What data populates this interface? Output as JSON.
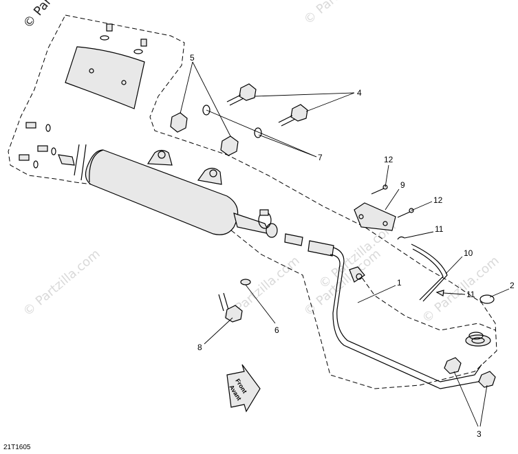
{
  "watermarks": [
    "© Partzilla.com",
    "© Partzilla.com",
    "© Partzilla.com",
    "© Partzilla.com",
    "© Partzilla.com",
    "© Partzilla.com"
  ],
  "watermark_top": "© Partzilla.com",
  "drawing_code": "21T1605",
  "front_arrow": {
    "line1": "Front",
    "line2": "Avant"
  },
  "callouts": {
    "c1": "1",
    "c2": "2",
    "c3": "3",
    "c4": "4",
    "c5": "5",
    "c6": "6",
    "c7": "7",
    "c8": "8",
    "c9": "9",
    "c10": "10",
    "c11a": "11",
    "c11b": "11",
    "c12a": "12",
    "c12b": "12"
  }
}
